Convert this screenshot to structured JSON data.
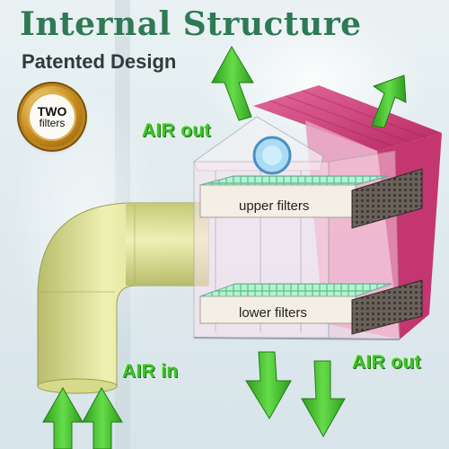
{
  "header": {
    "title": "Internal Structure",
    "subtitle": "Patented Design"
  },
  "badge": {
    "line1": "TWO",
    "line2": "filters"
  },
  "labels": {
    "air_out_top": "AIR out",
    "air_in": "AIR in",
    "air_out_bottom": "AIR out",
    "upper_filters": "upper filters",
    "lower_filters": "lower filters"
  },
  "colors": {
    "title": "#2e7a55",
    "arrow_green": "#49c233",
    "label_green": "#3fc12e",
    "house_pink": "#c8386f",
    "pipe_yellow": "#e6ea9e"
  },
  "icons": [
    "up-arrow-icon",
    "down-arrow-icon",
    "gold-badge-icon"
  ]
}
